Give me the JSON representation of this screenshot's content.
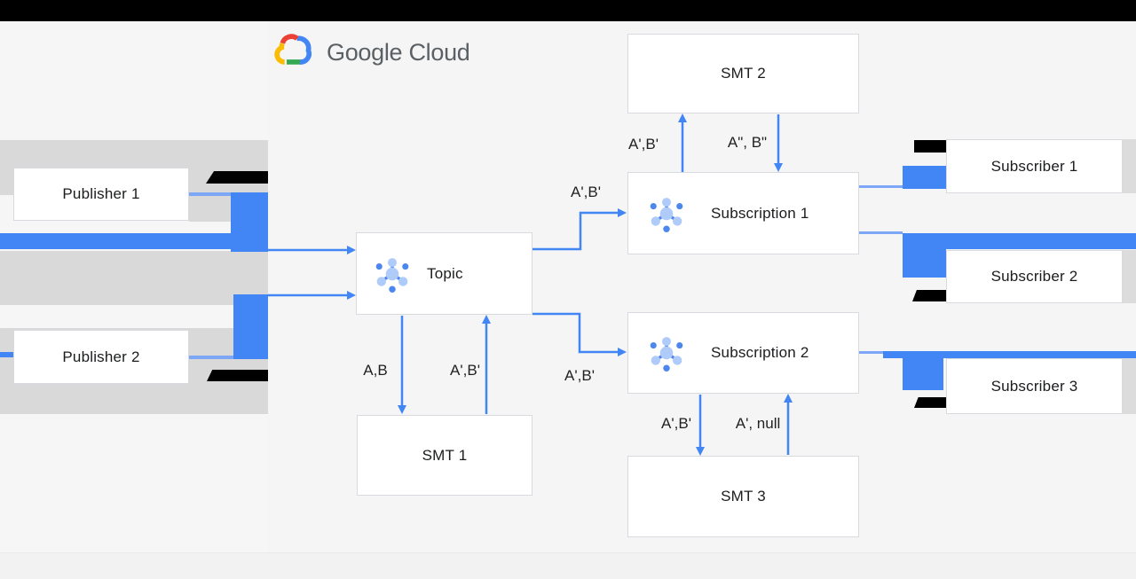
{
  "header": {
    "logo_text": "Google Cloud",
    "logo_icon": "google-cloud-logo-icon"
  },
  "nodes": {
    "publisher1": {
      "label": "Publisher 1"
    },
    "publisher2": {
      "label": "Publisher 2"
    },
    "topic": {
      "label": "Topic",
      "icon": "pubsub-topic-icon"
    },
    "smt1": {
      "label": "SMT 1"
    },
    "smt2": {
      "label": "SMT 2"
    },
    "smt3": {
      "label": "SMT 3"
    },
    "subscription1": {
      "label": "Subscription 1",
      "icon": "pubsub-subscription-icon"
    },
    "subscription2": {
      "label": "Subscription 2",
      "icon": "pubsub-subscription-icon"
    },
    "subscriber1": {
      "label": "Subscriber 1"
    },
    "subscriber2": {
      "label": "Subscriber 2"
    },
    "subscriber3": {
      "label": "Subscriber 3"
    }
  },
  "edges": {
    "topic_to_smt1": "A,B",
    "smt1_to_topic": "A',B'",
    "topic_to_sub1": "A',B'",
    "topic_to_sub2": "A',B'",
    "sub1_to_smt2": "A',B'",
    "smt2_to_sub1": "A\", B\"",
    "sub2_to_smt3": "A',B'",
    "smt3_to_sub2": "A', null"
  },
  "colors": {
    "arrow_blue": "#4285f4",
    "artifact_blue": "#4285f4",
    "artifact_gray": "#d9d9d9",
    "redaction_black": "#000000",
    "background": "#f5f5f5",
    "icon_light_blue": "#aecbfa"
  }
}
